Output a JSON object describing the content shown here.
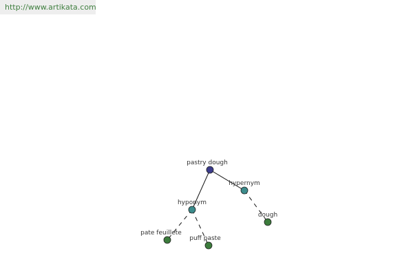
{
  "header": {
    "url": "http://www.artikata.com"
  },
  "colors": {
    "root_node": "#3c3c8c",
    "relation_node": "#3c8c8c",
    "leaf_node": "#3c7c3c",
    "edge": "#111111",
    "url_text": "#3f7f3f"
  },
  "graph": {
    "nodes": {
      "root": {
        "label": "pastry dough"
      },
      "hypernym": {
        "label": "hypernym"
      },
      "hyponym": {
        "label": "hyponym"
      },
      "dough": {
        "label": "dough"
      },
      "pate_feuillete": {
        "label": "pate feuillete"
      },
      "puff_paste": {
        "label": "puff paste"
      }
    }
  }
}
